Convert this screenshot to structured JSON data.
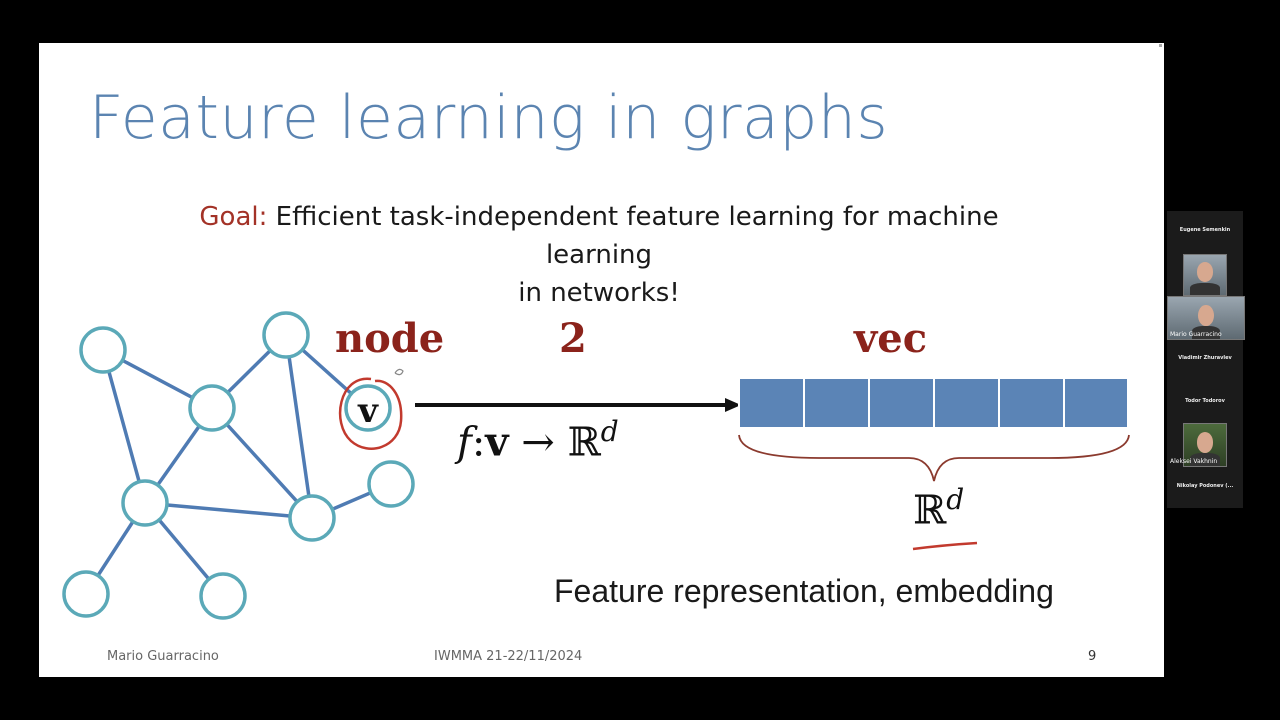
{
  "slide": {
    "title": "Feature learning in graphs",
    "goal_label": "Goal:",
    "goal_line1": " Efficient task-independent feature learning for machine",
    "goal_line2": "learning",
    "goal_line3": "in networks!",
    "word_node": "node",
    "word_two": "2",
    "word_vec": "vec",
    "node_label": "v",
    "mapping_f": "f",
    "mapping_colon": ":",
    "mapping_v": "v",
    "mapping_arrow": "→",
    "real_symbol": "ℝ",
    "superscript_d": "d",
    "caption": "Feature representation, embedding",
    "footer_author": "Mario Guarracino",
    "footer_event": "IWMMA 21-22/11/2024",
    "page_number": "9",
    "colors": {
      "title": "#5b84b1",
      "node_stroke": "#5ba9b8",
      "edge": "#4f7bb3",
      "vector_cell": "#5b84b6",
      "accent_red": "#a33227"
    }
  },
  "participants": {
    "names": [
      "Eugene Semenkin",
      "Mario Guarracino",
      "Vladimir Zhuravlev",
      "Todor Todorov",
      "Aleksei Vakhnin",
      "Nikolay Podonev (..."
    ]
  }
}
